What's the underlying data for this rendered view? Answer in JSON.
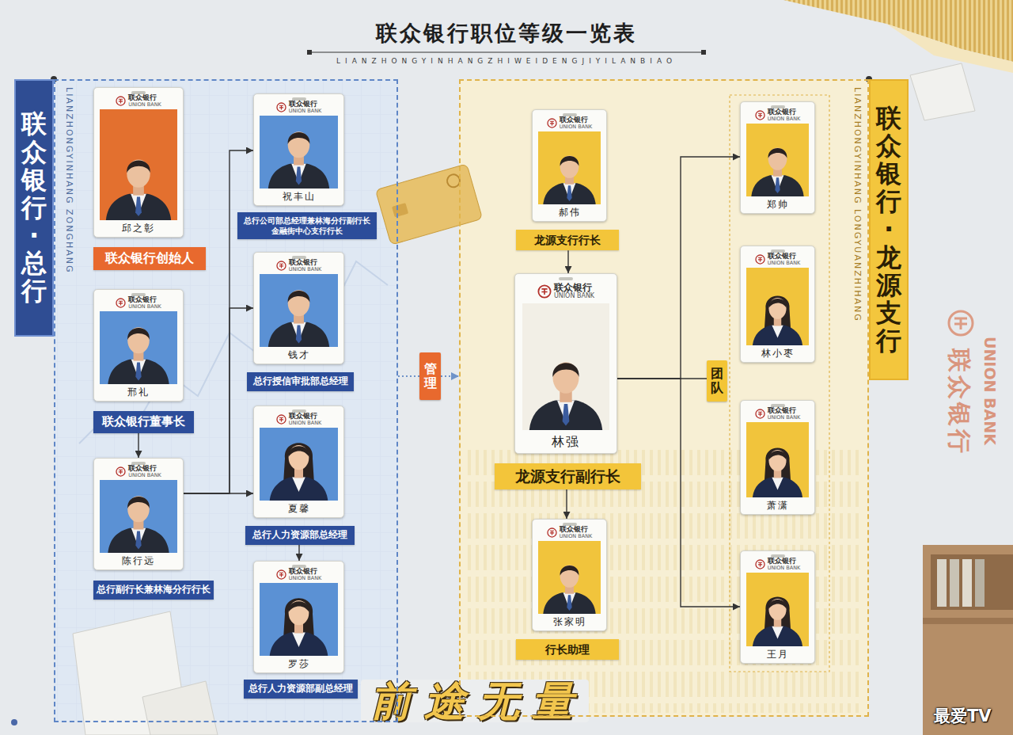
{
  "diagram": {
    "title": "联众银行职位等级一览表",
    "nodes": [
      {
        "text": [
          "联众银行·总行"
        ]
      },
      {
        "text": [
          "联众银行",
          "UNION BANK",
          "邱之彰",
          "联众银行创始人"
        ],
        "in": 0
      },
      {
        "text": [
          "联众银行",
          "UNION BANK",
          "邢礼",
          "联众银行董事长"
        ],
        "in": 0
      },
      {
        "text": [
          "联众银行",
          "UNION BANK",
          "陈行远",
          "总行副行长兼林海分行行长"
        ],
        "in": 0
      },
      {
        "text": [
          "联众银行",
          "UNION BANK",
          "祝丰山",
          "总行公司部总经理兼林海分行副行长 金融街中心支行行长"
        ],
        "in": 0
      },
      {
        "text": [
          "联众银行",
          "UNION BANK",
          "钱才",
          "总行授信审批部总经理"
        ],
        "in": 0
      },
      {
        "text": [
          "联众银行",
          "UNION BANK",
          "夏馨",
          "总行人力资源部总经理"
        ],
        "in": 0
      },
      {
        "text": [
          "联众银行",
          "UNION BANK",
          "罗莎",
          "总行人力资源部副总经理"
        ],
        "in": 0
      },
      {
        "text": [
          "管理"
        ]
      },
      {
        "text": [
          "联众银行·龙源支行"
        ]
      },
      {
        "text": [
          "联众银行",
          "UNION BANK",
          "郝伟",
          "龙源支行行长"
        ],
        "in": 9
      },
      {
        "text": [
          "联众银行",
          "UNION BANK",
          "林强",
          "龙源支行副行长"
        ],
        "in": 9
      },
      {
        "text": [
          "联众银行",
          "UNION BANK",
          "张家明",
          "行长助理"
        ],
        "in": 9
      },
      {
        "text": [
          "团队"
        ],
        "in": 9
      },
      {
        "text": [
          "联众银行",
          "UNION BANK",
          "郑帅"
        ],
        "in": 9
      },
      {
        "text": [
          "联众银行",
          "UNION BANK",
          "林小枣"
        ],
        "in": 9
      },
      {
        "text": [
          "联众银行",
          "UNION BANK",
          "萧潇"
        ],
        "in": 9
      },
      {
        "text": [
          "联众银行",
          "UNION BANK",
          "王月"
        ],
        "in": 9
      }
    ],
    "edges": [
      {
        "from": 2,
        "to": 3,
        "arrow": "to"
      },
      {
        "from": 3,
        "to": 4,
        "arrow": "to"
      },
      {
        "from": 3,
        "to": 5,
        "arrow": "to"
      },
      {
        "from": 3,
        "to": 6,
        "arrow": "to"
      },
      {
        "from": 6,
        "to": 7,
        "arrow": "to"
      },
      {
        "from": 0,
        "to": 8,
        "arrow": "none"
      },
      {
        "from": 8,
        "to": 9,
        "arrow": "to"
      },
      {
        "from": 10,
        "to": 11,
        "arrow": "to"
      },
      {
        "from": 11,
        "to": 12,
        "arrow": "to"
      },
      {
        "from": 11,
        "to": 13,
        "arrow": "none"
      },
      {
        "from": 11,
        "to": 14,
        "arrow": "to"
      },
      {
        "from": 11,
        "to": 17,
        "arrow": "to"
      }
    ],
    "labels": [
      "LIANZHONGYINHANGZHIWEIDENGJIYILANBIAO",
      "LIANZHONGYINHANG ZONGHANG",
      "LIANZHONGYINHANG LONGYUANZHIHANG",
      "联众银行",
      "UNION BANK",
      "前途无量",
      "最爱TV"
    ]
  }
}
